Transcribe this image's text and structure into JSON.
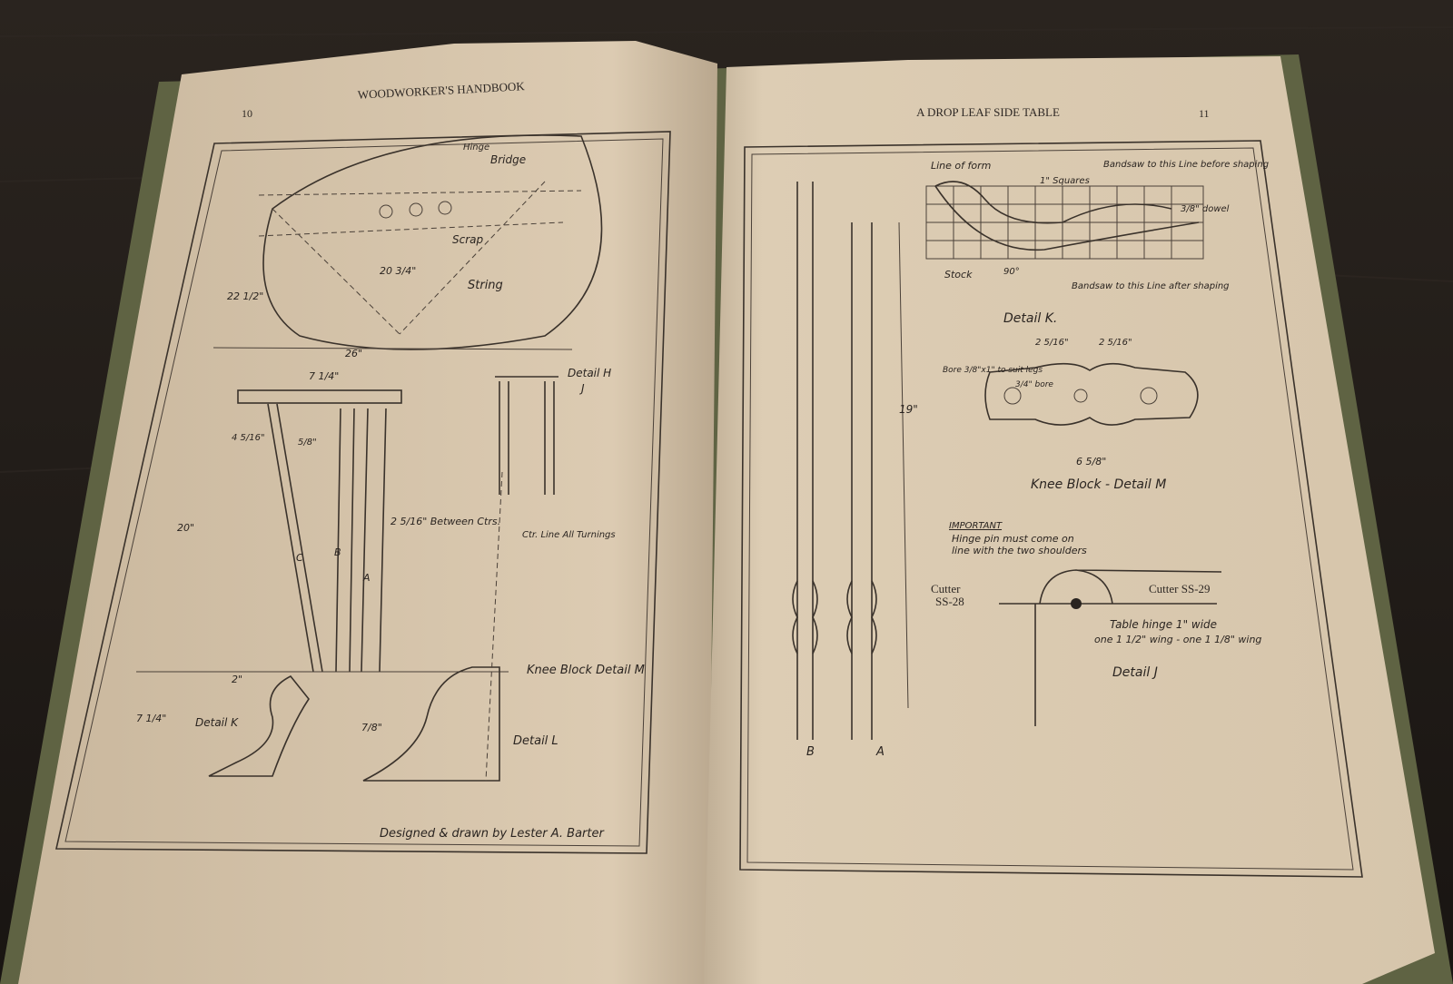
{
  "colors": {
    "table": "#1f1a16",
    "page": "#d9c8b0",
    "ink": "#2a2420",
    "cover": "#6d6f4a"
  },
  "left_page": {
    "running_head": "WOODWORKER'S HANDBOOK",
    "page_number": "10",
    "labels": {
      "hinge": "Hinge",
      "bridge": "Bridge",
      "scrap": "Scrap",
      "string": "String",
      "dim_20_3_4": "20 3/4\"",
      "dim_22_1_2": "22 1/2\"",
      "dim_26": "26\"",
      "dim_7_1_4_top": "7 1/4\"",
      "detail_h": "Detail H",
      "detail_j_ref": "J",
      "between_ctrs": "2 5/16\" Between Ctrs.",
      "ctr_line": "Ctr. Line All Turnings",
      "knee_block": "Knee Block Detail M",
      "detail_l": "Detail L",
      "detail_k": "Detail K",
      "dim_20": "20\"",
      "dim_2": "2\"",
      "dim_7_1_4_bottom": "7 1/4\"",
      "dim_7_8": "7/8\"",
      "dim_4_5_16": "4 5/16\"",
      "dim_5_8": "5/8\"",
      "leg_a": "A",
      "leg_b": "B",
      "leg_c": "C"
    },
    "credit": "Designed & drawn by Lester A. Barter"
  },
  "right_page": {
    "running_head": "A DROP LEAF SIDE TABLE",
    "page_number": "11",
    "labels": {
      "line_of_form": "Line of form",
      "squares": "1\" Squares",
      "bandsaw_before": "Bandsaw to this Line before shaping",
      "dowel": "3/8\" dowel",
      "stock": "Stock",
      "angle_90": "90°",
      "bandsaw_after": "Bandsaw to this Line after shaping",
      "detail_k": "Detail K.",
      "dim_2_5_16_a": "2 5/16\"",
      "dim_2_5_16_b": "2 5/16\"",
      "bore_note": "Bore 3/8\"x1\" to suit legs",
      "bore_3_4": "3/4\" bore",
      "knee_block_m": "Knee Block - Detail M",
      "dim_6_5_8": "6 5/8\"",
      "important": "IMPORTANT",
      "hinge_note_1": "Hinge pin must come on",
      "hinge_note_2": "line with the two shoulders",
      "cutter_ss28_a": "Cutter",
      "cutter_ss28_b": "SS-28",
      "cutter_ss29": "Cutter SS-29",
      "table_hinge_1": "Table hinge 1\" wide",
      "table_hinge_2": "one 1 1/2\" wing - one 1 1/8\" wing",
      "detail_j": "Detail J",
      "dim_19": "19\"",
      "leg_b": "B",
      "leg_a": "A"
    }
  }
}
